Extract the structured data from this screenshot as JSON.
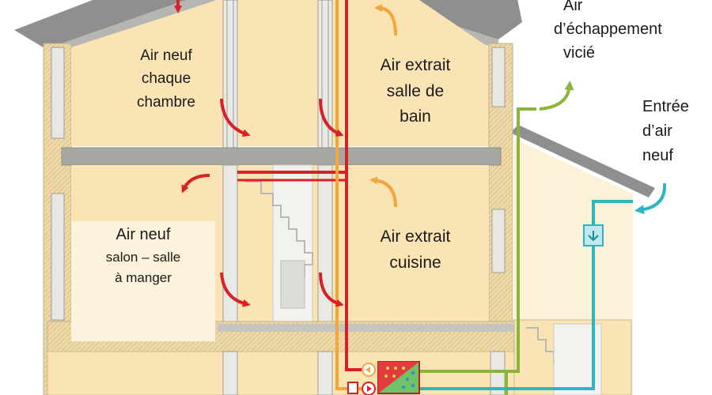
{
  "colors": {
    "wall_fill": "#fbe4b4",
    "wall_stroke": "#b9b09d",
    "slab": "#a7a7a3",
    "roof": "#8f8f8f",
    "fresh_air_duct": "#d92027",
    "extract_air_duct": "#f4a53c",
    "exhaust_duct": "#8cb43a",
    "intake_duct": "#2db5c4"
  },
  "labels": {
    "bedroom_supply": [
      "Air neuf",
      "chaque",
      "chambre"
    ],
    "bathroom_extract": [
      "Air extrait",
      "salle de",
      "bain"
    ],
    "living_supply_title": "Air neuf",
    "living_supply_rest": [
      "salon – salle",
      "à manger"
    ],
    "kitchen_extract": [
      "Air extrait",
      "cuisine"
    ],
    "exhaust_air": [
      "Air",
      "d’échappement",
      "vicié"
    ],
    "intake_air": [
      "Entrée",
      "d’air",
      "neuf"
    ]
  },
  "icons": {
    "heat_exchanger": "heat-recovery-unit-icon",
    "fans": "fan-icon",
    "filter": "filter-icon"
  }
}
